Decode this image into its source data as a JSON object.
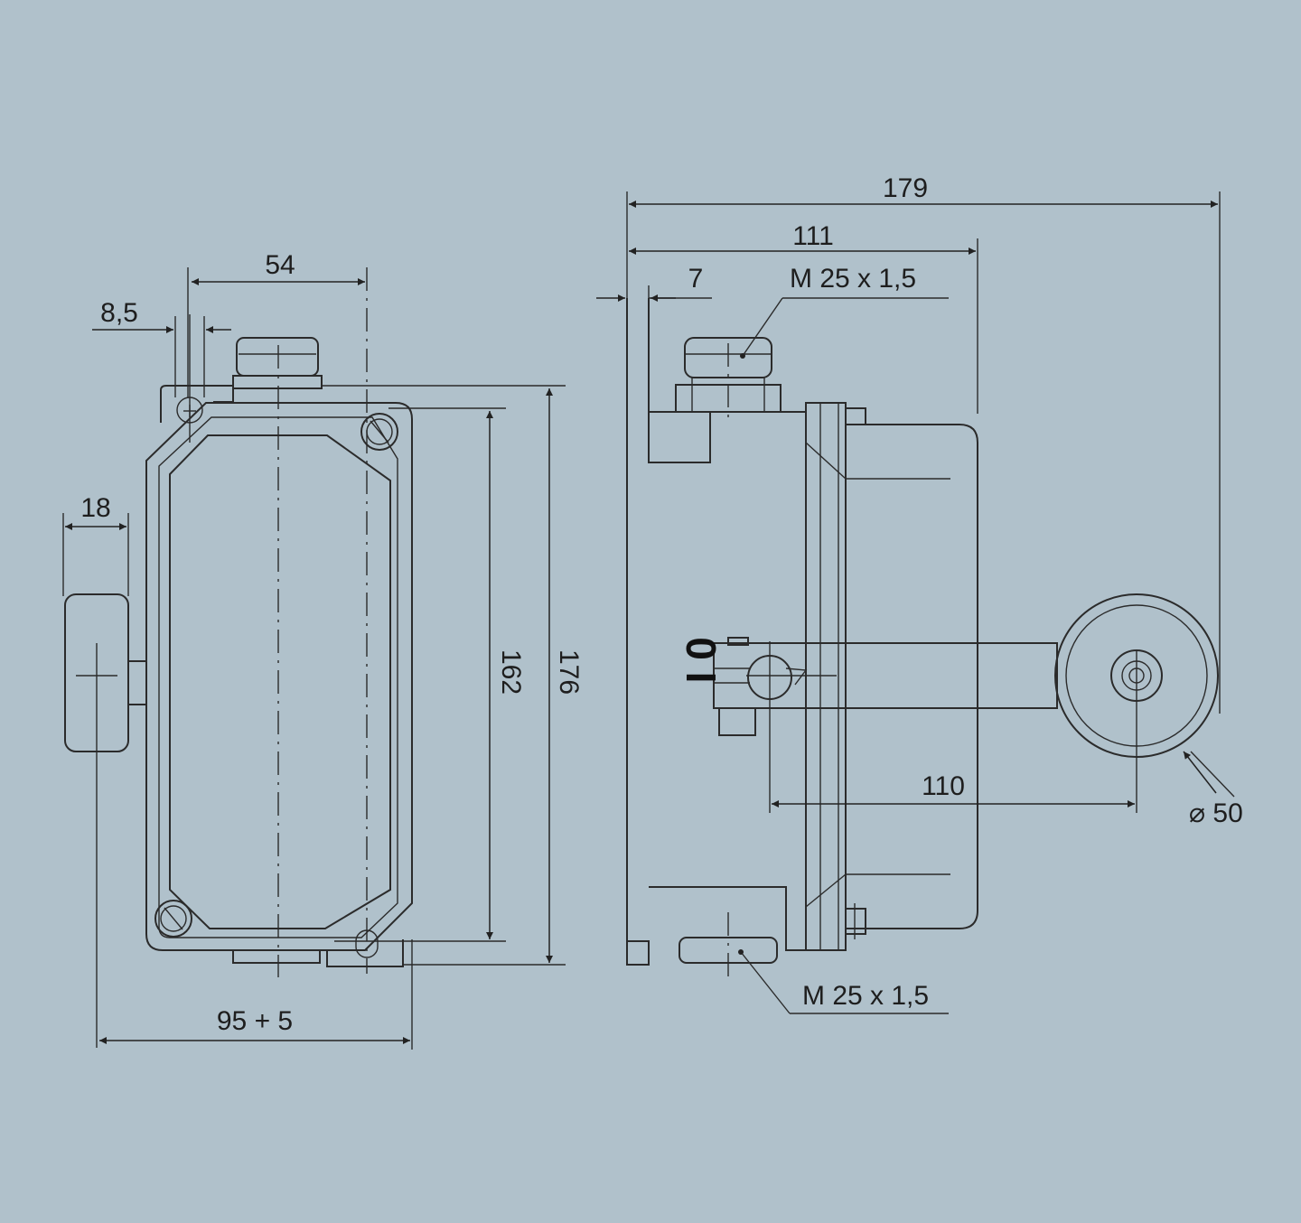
{
  "colors": {
    "background": "#b0c1cb",
    "line": "#2b2b2b"
  },
  "front_view": {
    "dim_slot_width": "8,5",
    "dim_gland_to_slot": "54",
    "dim_roller_width": "18",
    "dim_mount_pitch": "162",
    "dim_overall_height": "176",
    "dim_overall_width": "95 + 5"
  },
  "side_view": {
    "dim_overall_length": "179",
    "dim_body_length": "111",
    "dim_bracket_thickness": "7",
    "thread_top": "M 25 x 1,5",
    "thread_bottom": "M 25 x 1,5",
    "dim_lever_length": "110",
    "dim_roller_diameter": "⌀ 50",
    "switch_symbol_off": "0",
    "switch_symbol_on": "I"
  }
}
